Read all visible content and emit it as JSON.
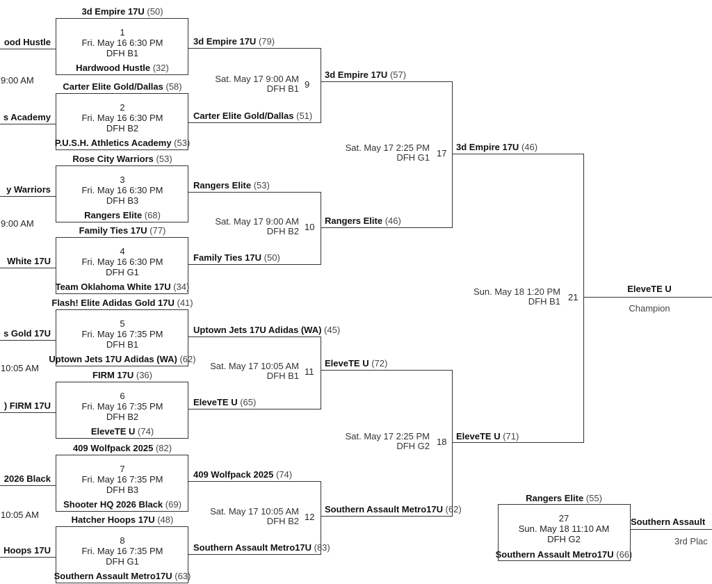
{
  "left_edge": {
    "teams": [
      "ood Hustle",
      "s Academy",
      "y Warriors",
      " White 17U",
      "s Gold 17U",
      ") FIRM 17U",
      "2026 Black",
      "Hoops 17U"
    ],
    "times": [
      "9:00 AM",
      "9:00 AM",
      "10:05 AM",
      "10:05 AM"
    ]
  },
  "round1": [
    {
      "num": "1",
      "date": "Fri. May 16 6:30 PM",
      "court": "DFH B1",
      "top": "3d Empire 17U",
      "top_score": "(50)",
      "bottom": "Hardwood Hustle",
      "bottom_score": "(32)"
    },
    {
      "num": "2",
      "date": "Fri. May 16 6:30 PM",
      "court": "DFH B2",
      "top": "Carter Elite Gold/Dallas",
      "top_score": "(58)",
      "bottom": "P.U.S.H. Athletics Academy",
      "bottom_score": "(53)"
    },
    {
      "num": "3",
      "date": "Fri. May 16 6:30 PM",
      "court": "DFH B3",
      "top": "Rose City Warriors",
      "top_score": "(53)",
      "bottom": "Rangers Elite",
      "bottom_score": "(68)"
    },
    {
      "num": "4",
      "date": "Fri. May 16 6:30 PM",
      "court": "DFH G1",
      "top": "Family Ties 17U",
      "top_score": "(77)",
      "bottom": "Team Oklahoma White 17U",
      "bottom_score": "(34)"
    },
    {
      "num": "5",
      "date": "Fri. May 16 7:35 PM",
      "court": "DFH B1",
      "top": "Flash! Elite Adidas Gold 17U",
      "top_score": "(41)",
      "bottom": "Uptown Jets 17U Adidas (WA)",
      "bottom_score": "(62)"
    },
    {
      "num": "6",
      "date": "Fri. May 16 7:35 PM",
      "court": "DFH B2",
      "top": "FIRM 17U",
      "top_score": "(36)",
      "bottom": "EleveTE U",
      "bottom_score": "(74)"
    },
    {
      "num": "7",
      "date": "Fri. May 16 7:35 PM",
      "court": "DFH B3",
      "top": "409 Wolfpack 2025",
      "top_score": "(82)",
      "bottom": "Shooter HQ 2026 Black",
      "bottom_score": "(69)"
    },
    {
      "num": "8",
      "date": "Fri. May 16 7:35 PM",
      "court": "DFH G1",
      "top": "Hatcher Hoops 17U",
      "top_score": "(48)",
      "bottom": "Southern Assault Metro17U",
      "bottom_score": "(63)"
    }
  ],
  "round2": [
    {
      "num": "9",
      "date": "Sat. May 17 9:00 AM",
      "court": "DFH B1",
      "top": "3d Empire 17U",
      "top_score": "(79)",
      "bottom": "Carter Elite Gold/Dallas",
      "bottom_score": "(51)"
    },
    {
      "num": "10",
      "date": "Sat. May 17 9:00 AM",
      "court": "DFH B2",
      "top": "Rangers Elite",
      "top_score": "(53)",
      "bottom": "Family Ties 17U",
      "bottom_score": "(50)"
    },
    {
      "num": "11",
      "date": "Sat. May 17 10:05 AM",
      "court": "DFH B1",
      "top": "Uptown Jets 17U Adidas (WA)",
      "top_score": "(45)",
      "bottom": "EleveTE U",
      "bottom_score": "(65)"
    },
    {
      "num": "12",
      "date": "Sat. May 17 10:05 AM",
      "court": "DFH B2",
      "top": "409 Wolfpack 2025",
      "top_score": "(74)",
      "bottom": "Southern Assault Metro17U",
      "bottom_score": "(83)"
    }
  ],
  "round3": [
    {
      "num": "17",
      "date": "Sat. May 17 2:25 PM",
      "court": "DFH G1",
      "top": "3d Empire 17U",
      "top_score": "(57)",
      "bottom": "Rangers Elite",
      "bottom_score": "(46)"
    },
    {
      "num": "18",
      "date": "Sat. May 17 2:25 PM",
      "court": "DFH G2",
      "top": "EleveTE U",
      "top_score": "(72)",
      "bottom": "Southern Assault Metro17U",
      "bottom_score": "(62)"
    }
  ],
  "final": {
    "num": "21",
    "date": "Sun. May 18 1:20 PM",
    "court": "DFH B1",
    "top": "3d Empire 17U",
    "top_score": "(46)",
    "bottom": "EleveTE U",
    "bottom_score": "(71)",
    "winner": "EleveTE U",
    "winner_label": "Champion"
  },
  "third_place": {
    "num": "27",
    "date": "Sun. May 18 11:10 AM",
    "court": "DFH G2",
    "top": "Rangers Elite",
    "top_score": "(55)",
    "bottom": "Southern Assault Metro17U",
    "bottom_score": "(66)",
    "winner": "Southern Assault",
    "winner_label": "3rd Plac"
  },
  "colors": {
    "line": "#333333",
    "text": "#222222",
    "background": "#ffffff"
  }
}
